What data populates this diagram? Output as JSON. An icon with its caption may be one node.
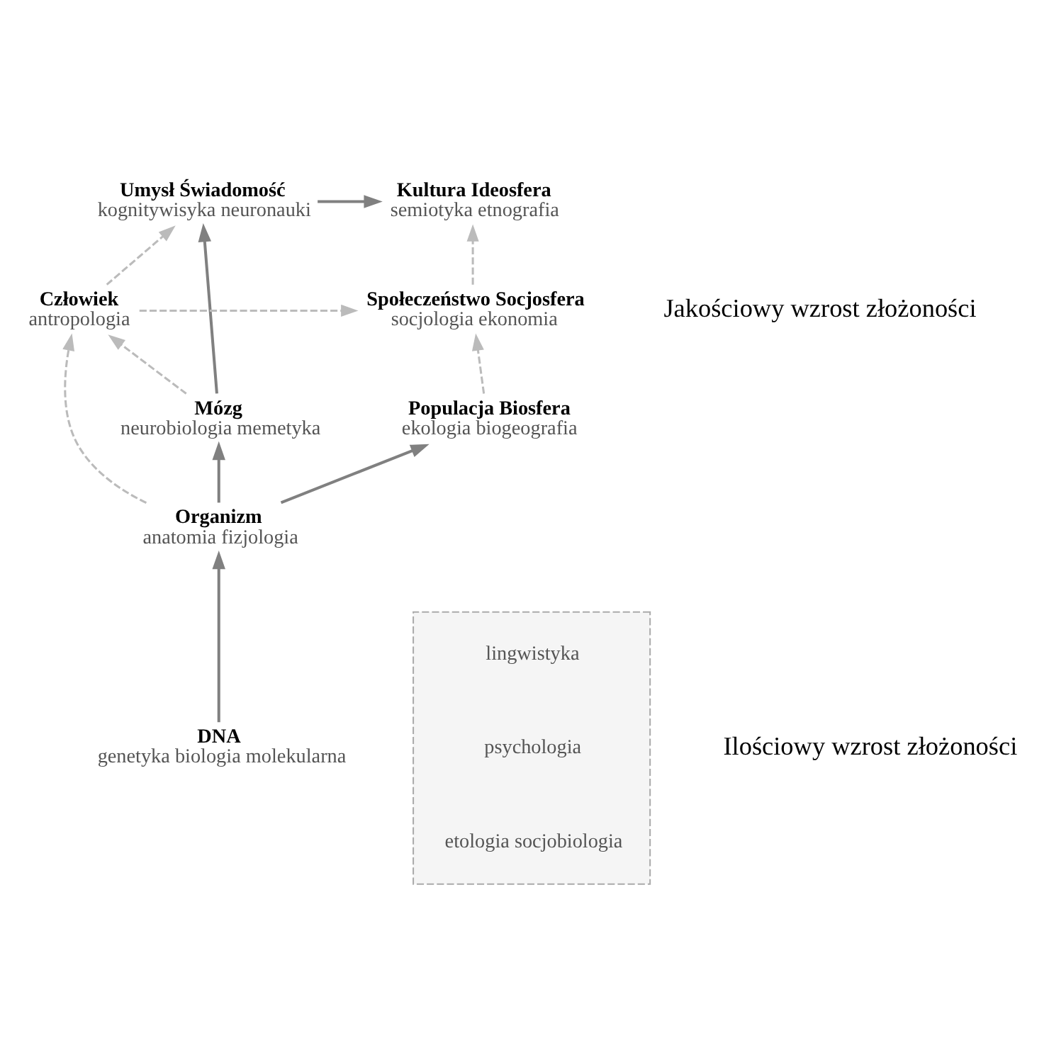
{
  "diagram": {
    "nodes": [
      {
        "text": [
          "DNA",
          "genetyka biologia molekularna"
        ]
      },
      {
        "text": [
          "Organizm",
          "anatomia fizjologia"
        ]
      },
      {
        "text": [
          "Mózg",
          "neurobiologia memetyka"
        ]
      },
      {
        "text": [
          "Człowiek",
          "antropologia"
        ]
      },
      {
        "text": [
          "Umysł Świadomość",
          "kognitywisyka neuronauki"
        ]
      },
      {
        "text": [
          "Populacja Biosfera",
          "ekologia biogeografia"
        ]
      },
      {
        "text": [
          "Społeczeństwo Socjosfera",
          "socjologia ekonomia"
        ]
      },
      {
        "text": [
          "Kultura Ideosfera",
          "semiotyka etnografia"
        ]
      },
      {
        "text": [
          "lingwistyka",
          "psychologia",
          "etologia socjobiologia"
        ]
      }
    ],
    "edges": [
      {
        "from": 0,
        "to": 1,
        "arrow": "to",
        "color": "#808080"
      },
      {
        "from": 1,
        "to": 2,
        "arrow": "to",
        "color": "#808080"
      },
      {
        "from": 2,
        "to": 4,
        "arrow": "to",
        "color": "#808080"
      },
      {
        "from": 1,
        "to": 5,
        "arrow": "to",
        "color": "#808080"
      },
      {
        "from": 4,
        "to": 7,
        "arrow": "to",
        "color": "#808080"
      },
      {
        "from": 2,
        "to": 3,
        "arrow": "to",
        "style": "dashed"
      },
      {
        "from": 1,
        "to": 3,
        "arrow": "to",
        "style": "dashed"
      },
      {
        "from": 3,
        "to": 4,
        "arrow": "to",
        "style": "dashed"
      },
      {
        "from": 3,
        "to": 6,
        "arrow": "to",
        "style": "dashed"
      },
      {
        "from": 5,
        "to": 6,
        "arrow": "to",
        "style": "dashed"
      },
      {
        "from": 6,
        "to": 7,
        "arrow": "to",
        "style": "dashed"
      }
    ],
    "labels": [
      "Jakościowy wzrost złożoności",
      "Ilościowy wzrost złożoności"
    ]
  }
}
